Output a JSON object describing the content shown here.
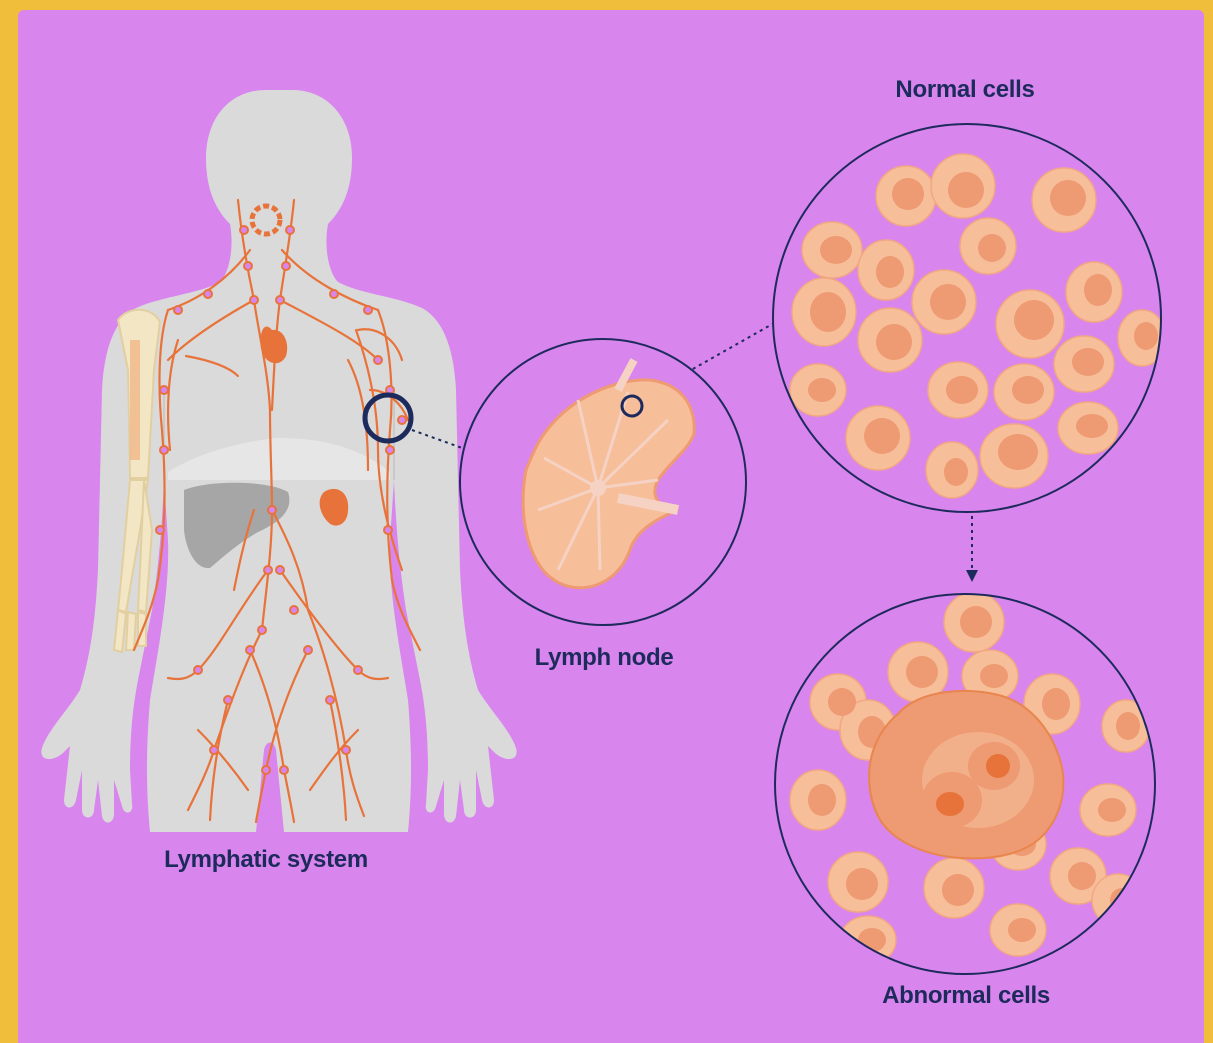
{
  "labels": {
    "lymphatic_system": "Lymphatic system",
    "lymph_node": "Lymph node",
    "normal_cells": "Normal cells",
    "abnormal_cells": "Abnormal cells"
  },
  "colors": {
    "border": "#F0BE3A",
    "background": "#D985EE",
    "body": "#DADADA",
    "lymph_vessel": "#E8733A",
    "cell_outer": "#F7BE9A",
    "cell_nucleus": "#EE9A72",
    "outline": "#1D2A5C",
    "liver": "#A6A6A6",
    "bone": "#F3E6C4"
  }
}
